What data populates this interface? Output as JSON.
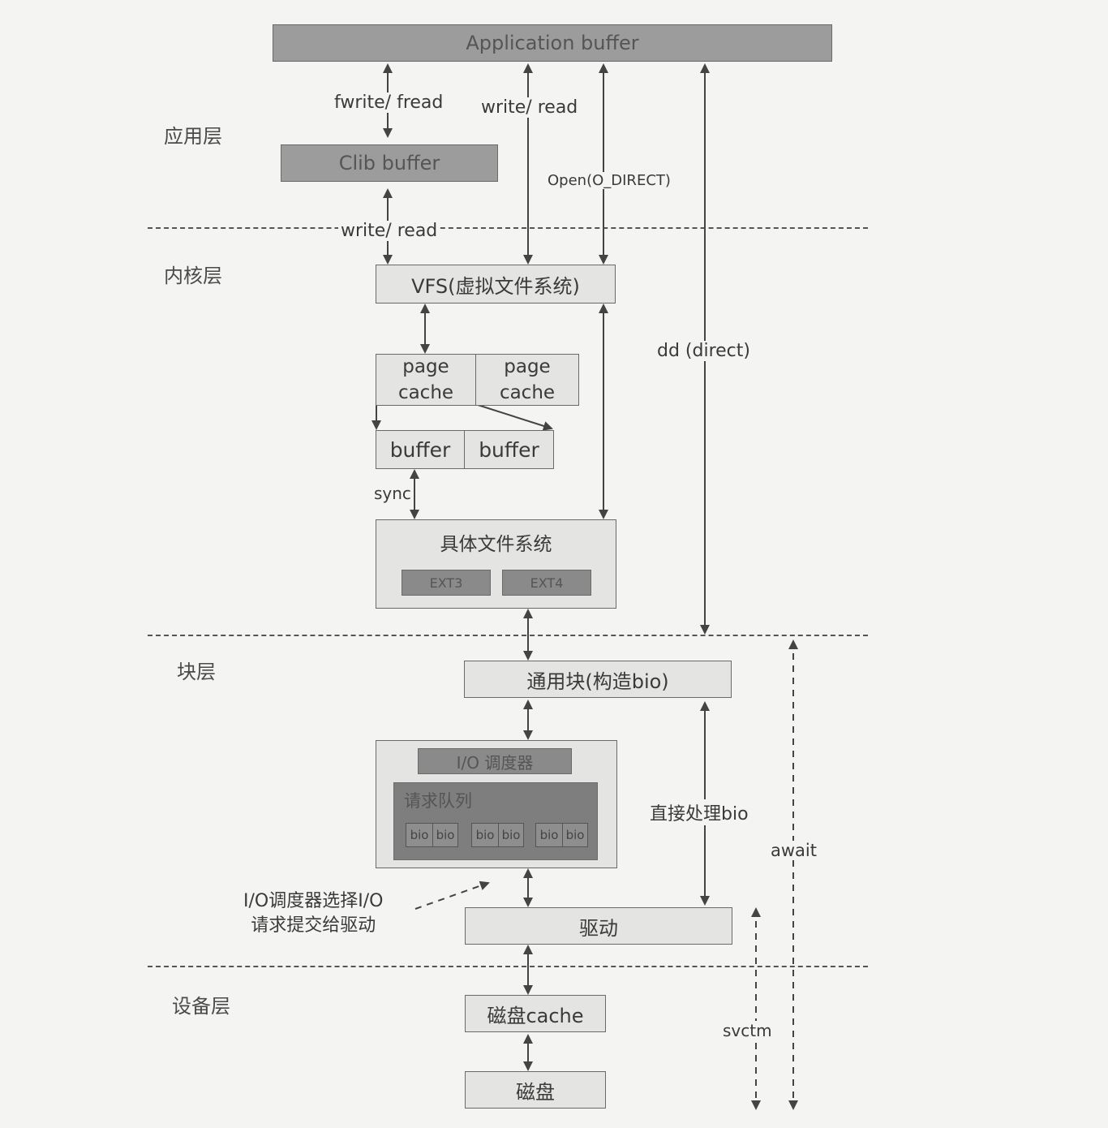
{
  "layers": {
    "app": "应用层",
    "kernel": "内核层",
    "block": "块层",
    "device": "设备层"
  },
  "nodes": {
    "app_buffer": "Application buffer",
    "clib_buffer": "Clib buffer",
    "vfs": "VFS(虚拟文件系统)",
    "page_cache_1": "page\ncache",
    "page_cache_2": "page\ncache",
    "buffer_1": "buffer",
    "buffer_2": "buffer",
    "fs": "具体文件系统",
    "ext3": "EXT3",
    "ext4": "EXT4",
    "generic_block": "通用块(构造bio)",
    "io_scheduler": "I/O 调度器",
    "request_queue": "请求队列",
    "bio": "bio",
    "driver": "驱动",
    "disk_cache": "磁盘cache",
    "disk": "磁盘"
  },
  "edges": {
    "fwrite_fread": "fwrite/ fread",
    "write_read_1": "write/ read",
    "write_read_2": "write/ read",
    "open_direct": "Open(O_DIRECT)",
    "dd_direct": "dd (direct)",
    "sync": "sync",
    "direct_bio": "直接处理bio",
    "await": "await",
    "svctm": "svctm",
    "scheduler_note": "I/O调度器选择I/O\n请求提交给驱动"
  }
}
